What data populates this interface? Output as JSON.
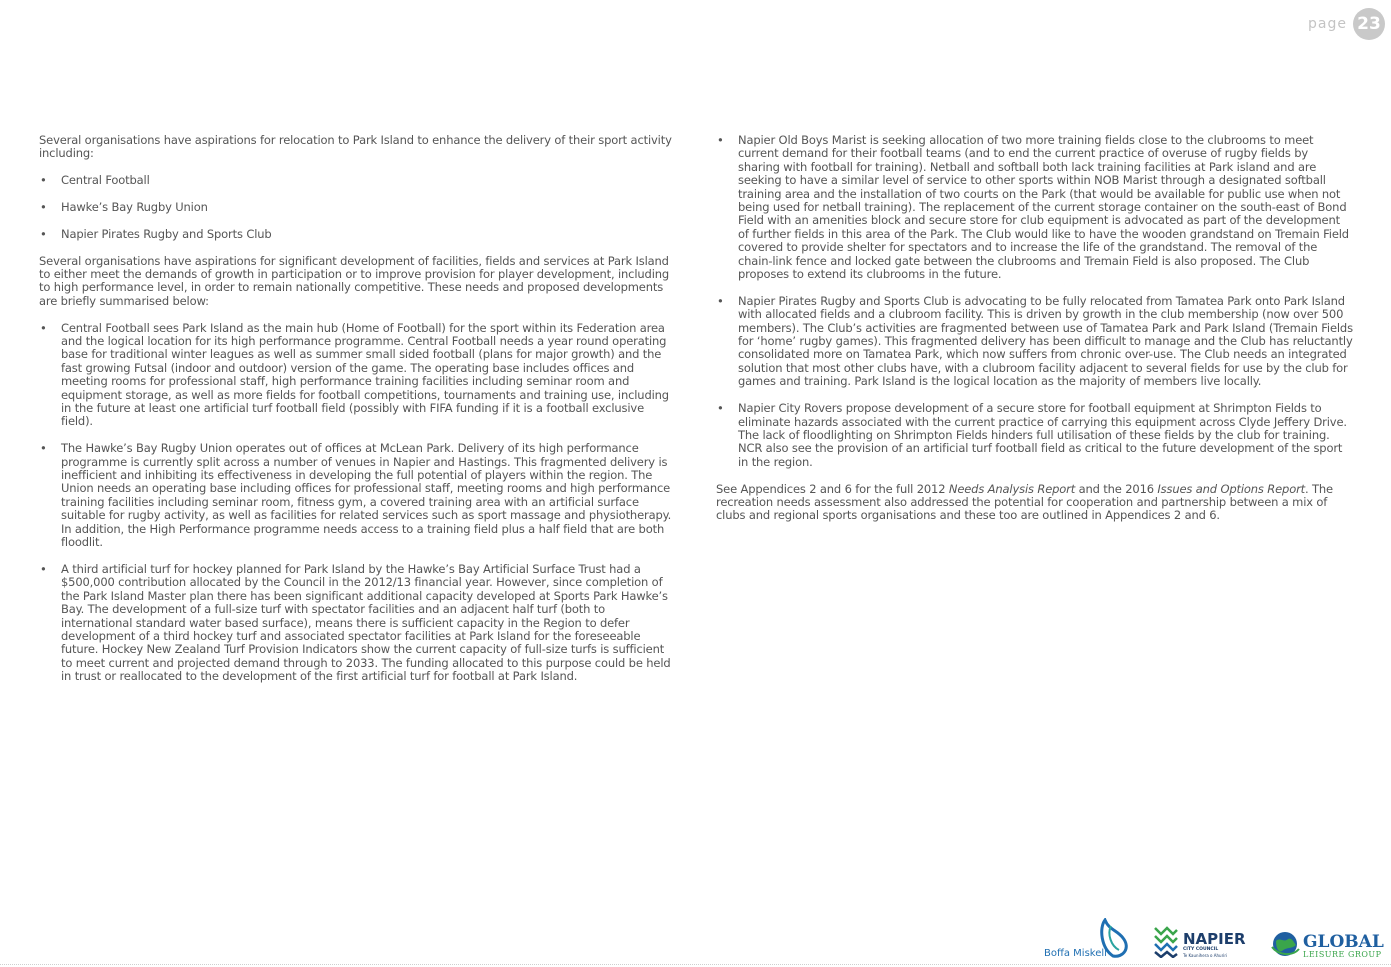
{
  "header": {
    "page_word": "page",
    "page_number": "23"
  },
  "left_column": {
    "intro": "Several organisations have aspirations for relocation to Park Island to enhance the delivery of their sport activity including:",
    "orgs": [
      "Central Football",
      "Hawke’s Bay Rugby Union",
      "Napier Pirates Rugby and Sports Club"
    ],
    "intro2": "Several organisations have aspirations for significant development of facilities, fields and services at Park Island to either meet the demands of growth in participation or to improve provision for player development, including to high performance level, in order to remain nationally competitive. These needs and proposed developments are briefly summarised below:",
    "details": [
      "Central Football sees Park Island as the main hub (Home of Football) for the sport within its Federation area and the logical location for its high performance programme.  Central Football needs a year round operating base for traditional winter leagues as well as summer small sided football (plans for major growth) and the fast growing Futsal (indoor and outdoor) version of the game. The operating base includes offices and meeting rooms for professional staff, high performance training facilities including seminar room and equipment storage, as well as more fields for football competitions, tournaments and training use, including in the future at least one artificial turf football field (possibly with FIFA funding if it is a football exclusive field).",
      "The Hawke’s Bay Rugby Union operates out of offices at McLean Park. Delivery of its high performance programme is currently split across a number of venues in Napier and Hastings. This fragmented delivery is inefficient and inhibiting its effectiveness in developing the full potential of players within the region. The Union needs an operating base including offices for professional staff, meeting rooms and high performance training facilities including seminar room, fitness gym, a covered training area with an artificial surface suitable for rugby activity, as well as facilities for related services such as sport massage and physiotherapy. In addition, the High Performance programme needs access to a training field plus a half field that are both floodlit.",
      "A third artificial turf for hockey planned for Park Island by the Hawke’s Bay Artificial Surface Trust had a $500,000 contribution allocated by the Council in the 2012/13 financial year. However, since completion of the Park Island Master plan there has been significant additional capacity developed at Sports Park Hawke’s Bay. The development of a full-size turf with spectator facilities and an adjacent half turf (both to international standard water based surface), means there is sufficient capacity in the Region to defer development of a third hockey turf and associated spectator facilities at Park Island for the foreseeable future. Hockey New Zealand Turf Provision Indicators show the current capacity of full-size turfs is sufficient to meet current and projected demand through to 2033. The funding allocated to this purpose could be held in trust or reallocated to the development of the first artificial turf for football at Park Island."
    ]
  },
  "right_column": {
    "details": [
      "Napier Old Boys Marist is seeking allocation of two more training fields close to the clubrooms to meet current demand for their football teams (and to end the current practice of overuse of rugby fields by sharing with football for training). Netball and softball both lack training facilities at Park island and are seeking to have a similar level of service to other sports within NOB Marist through a designated softball training area and the installation of two courts on the Park (that would be available for public use when not being used for netball training). The replacement of the current storage container on the south-east of Bond Field with an amenities block and secure store for club equipment is advocated as part of the development of further fields in this area of the Park. The Club would like to have the wooden grandstand on Tremain Field covered to provide shelter for spectators and to increase the life of the grandstand. The removal of the chain-link fence and locked gate between the clubrooms and Tremain Field is also proposed. The Club proposes to extend its clubrooms in the future.",
      "Napier Pirates Rugby and Sports Club is advocating to be fully relocated from Tamatea Park onto Park Island with allocated fields and a clubroom facility. This is driven by growth in the club membership (now over 500 members). The Club’s activities are fragmented between use of Tamatea Park and Park Island (Tremain Fields for ‘home’ rugby games). This fragmented delivery has been difficult to manage and the Club has reluctantly consolidated more on Tamatea Park, which now suffers from chronic over-use. The Club needs an integrated solution that most other clubs have, with a clubroom facility adjacent to several fields for use by the club for games and training. Park Island is the logical location as the majority of members live locally.",
      "Napier City Rovers propose development of a secure store for football equipment at Shrimpton Fields to eliminate hazards associated with the current practice of carrying this equipment across Clyde Jeffery Drive. The lack of floodlighting on Shrimpton Fields hinders full utilisation of these fields by the club for training. NCR also see the provision of an artificial turf football field as critical to the future development of the sport in the region."
    ],
    "closing": {
      "part1": "See Appendices 2 and 6 for the full 2012 ",
      "italic1": "Needs Analysis Report",
      "part2": " and the 2016 ",
      "italic2": "Issues and Options Report",
      "part3": ". The recreation needs assessment also addressed the potential for cooperation and partnership between a mix of clubs and regional sports organisations and these too are outlined in Appendices 2 and 6."
    }
  },
  "footer": {
    "logo1": "Boffa Miskell",
    "logo2_main": "NAPIER",
    "logo2_sub": "CITY COUNCIL",
    "logo2_tag": "Te Kaunihera o Ahuriri",
    "logo3_main": "GLOBAL",
    "logo3_sub": "LEISURE GROUP",
    "colors": {
      "blue": "#1f6fb2",
      "navy": "#1d3e6b",
      "green": "#3aa54b",
      "teal": "#2aa4a0"
    }
  }
}
